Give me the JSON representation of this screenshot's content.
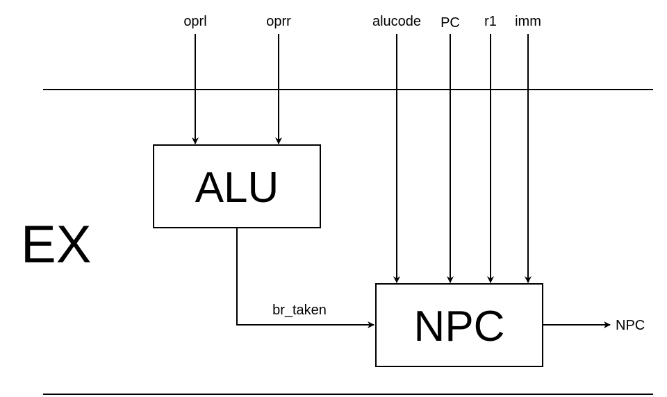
{
  "stage_label": "EX",
  "blocks": {
    "alu": "ALU",
    "npc": "NPC"
  },
  "inputs": {
    "oprl": "oprl",
    "oprr": "oprr",
    "alucode": "alucode",
    "pc": "PC",
    "r1": "r1",
    "imm": "imm"
  },
  "signals": {
    "br_taken": "br_taken",
    "npc_out": "NPC"
  }
}
